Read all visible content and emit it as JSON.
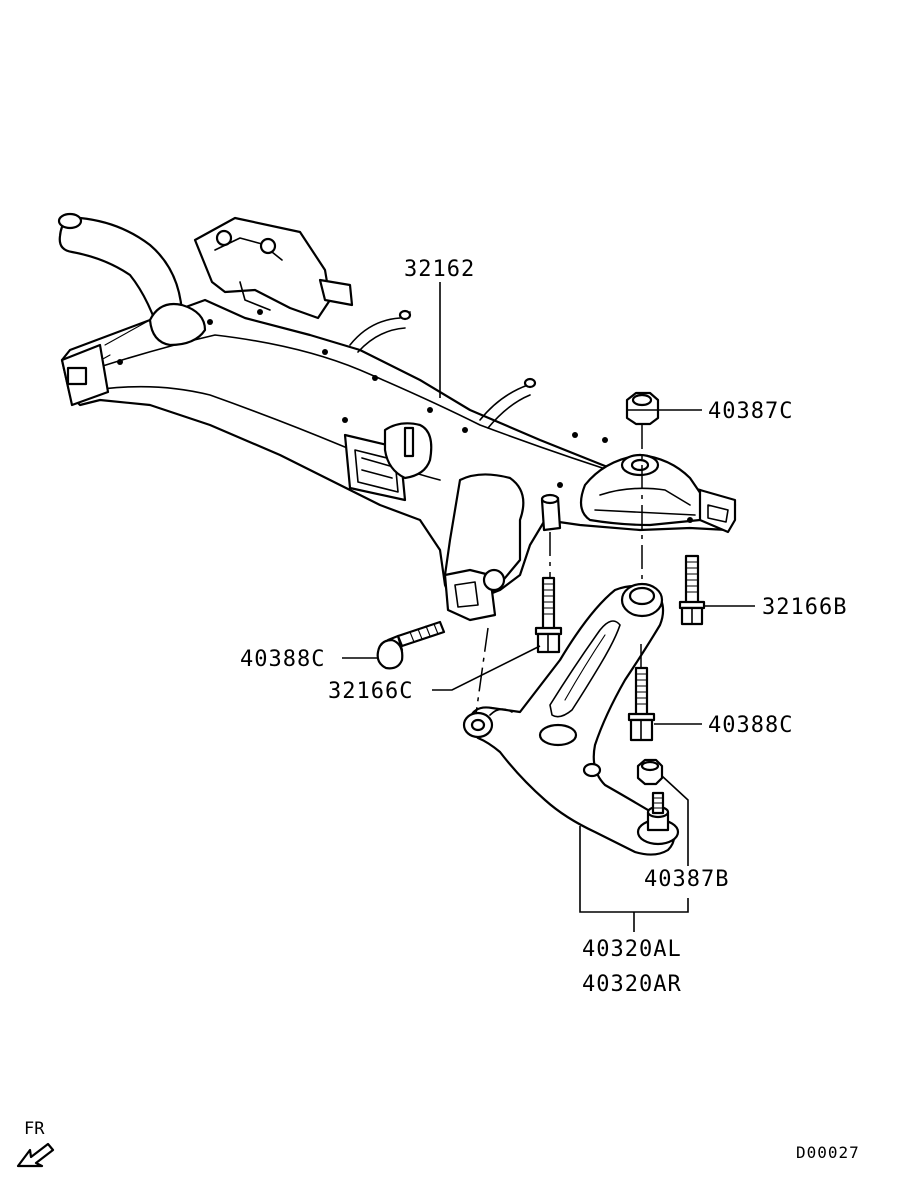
{
  "parts": {
    "crossmember": "32162",
    "nut_upper": "40387C",
    "bolt_right": "32166B",
    "bolt_left": "40388C",
    "bolt_center": "32166C",
    "bolt_lower": "40388C",
    "nut_balljoint": "40387B",
    "arm_left": "40320AL",
    "arm_right": "40320AR"
  },
  "orientation": {
    "label": "FR",
    "icon": "front-arrow-icon"
  },
  "diagram_code": "D00027",
  "colors": {
    "line": "#000000",
    "background": "#ffffff"
  }
}
